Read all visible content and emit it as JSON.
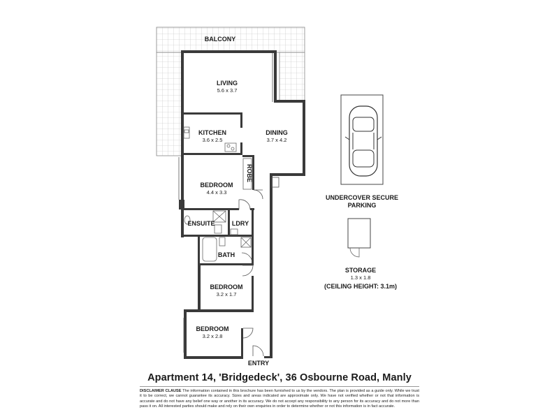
{
  "rooms": {
    "balcony": {
      "label": "BALCONY"
    },
    "living": {
      "label": "LIVING",
      "size": "5.6 x 3.7"
    },
    "kitchen": {
      "label": "KITCHEN",
      "size": "3.6 x 2.5"
    },
    "dining": {
      "label": "DINING",
      "size": "3.7 x 4.2"
    },
    "robe": {
      "label": "ROBE"
    },
    "bedroom1": {
      "label": "BEDROOM",
      "size": "4.4 x 3.3"
    },
    "ensuite": {
      "label": "ENSUITE"
    },
    "laundry": {
      "label": "LDRY"
    },
    "bath": {
      "label": "BATH"
    },
    "bedroom2": {
      "label": "BEDROOM",
      "size": "3.2 x 1.7"
    },
    "bedroom3": {
      "label": "BEDROOM",
      "size": "3.2 x 2.8"
    },
    "entry": {
      "label": "ENTRY"
    }
  },
  "parking": {
    "line1": "UNDERCOVER SECURE",
    "line2": "PARKING"
  },
  "storage": {
    "label": "STORAGE",
    "size": "1.3 x 1.8",
    "ceiling": "(CEILING HEIGHT:  3.1m)"
  },
  "address": "Apartment 14, 'Bridgedeck', 36 Osbourne Road, Manly",
  "disclaimer": {
    "heading": "DISCLAIMER CLAUSE",
    "text": "The information contained in this brochure has been furnished to us by the vendors. The plan is provided as a guide only. While we trust it to be correct, we cannot guarantee its accuracy. Sizes and areas indicated are approximate only. We have not verified whether or not that information is accurate and do not have any belief one way or another in its accuracy. We do not accept any responsibility to any person for its accuracy and do not more than pass it on. All interested parties should make and rely on their own enquiries in order to determine whether or not this information is in fact accurate."
  }
}
